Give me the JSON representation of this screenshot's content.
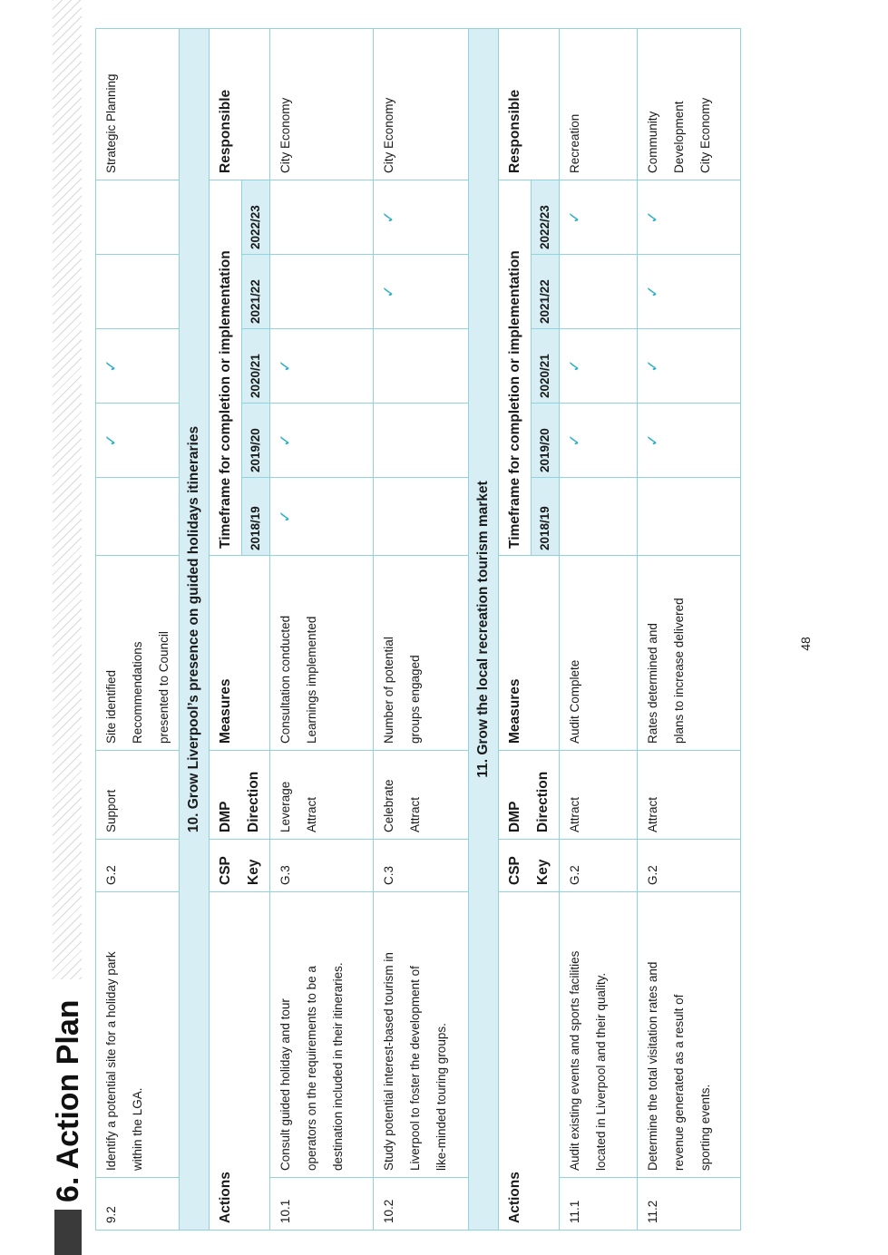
{
  "heading": "6. Action Plan",
  "page_number": "48",
  "headers": {
    "actions": "Actions",
    "csp_1": "CSP",
    "csp_2": "Key",
    "dmp_1": "DMP",
    "dmp_2": "Direction",
    "measures": "Measures",
    "timeframe": "Timeframe for completion or implementation",
    "responsible": "Responsible",
    "years": [
      "2018/19",
      "2019/20",
      "2020/21",
      "2021/22",
      "2022/23"
    ]
  },
  "tick": "✓",
  "row_9_2": {
    "id": "9.2",
    "action": [
      "Identify a potential site for a holiday park",
      "within the LGA."
    ],
    "csp": "G.2",
    "dmp": "Support",
    "measures": [
      "Site identified",
      "Recommendations",
      "presented to Council"
    ],
    "ticks": [
      false,
      true,
      true,
      false,
      false
    ],
    "responsible": [
      "Strategic Planning"
    ]
  },
  "section_10": {
    "title": "10. Grow Liverpool’s presence on guided holidays itineraries",
    "rows": [
      {
        "id": "10.1",
        "action": [
          "Consult guided holiday and tour",
          "operators on the requirements to be a",
          "destination included in their itineraries."
        ],
        "csp": "G.3",
        "dmp": [
          "Leverage",
          "Attract"
        ],
        "measures": [
          "Consultation conducted",
          "Learnings implemented"
        ],
        "ticks": [
          true,
          true,
          true,
          false,
          false
        ],
        "responsible": [
          "City Economy"
        ]
      },
      {
        "id": "10.2",
        "action": [
          "Study potential interest-based tourism in",
          "Liverpool to foster the development of",
          "like-minded touring groups."
        ],
        "csp": "C.3",
        "dmp": [
          "Celebrate",
          "Attract"
        ],
        "measures": [
          "Number of potential",
          "groups engaged"
        ],
        "ticks": [
          false,
          false,
          false,
          true,
          true
        ],
        "responsible": [
          "City Economy"
        ]
      }
    ]
  },
  "section_11": {
    "title": "11. Grow the local recreation tourism market",
    "rows": [
      {
        "id": "11.1",
        "action": [
          "Audit existing events and sports facilities",
          "located in Liverpool and their quality."
        ],
        "csp": "G.2",
        "dmp": [
          "Attract"
        ],
        "measures": [
          "Audit Complete"
        ],
        "ticks": [
          false,
          true,
          true,
          false,
          true
        ],
        "responsible": [
          "Recreation"
        ]
      },
      {
        "id": "11.2",
        "action": [
          "Determine the total visitation rates and",
          "revenue generated as a result of",
          "sporting events."
        ],
        "csp": "G.2",
        "dmp": [
          "Attract"
        ],
        "measures": [
          "Rates determined and",
          "plans to increase delivered"
        ],
        "ticks": [
          false,
          true,
          true,
          true,
          true
        ],
        "responsible": [
          "Community",
          "Development",
          "City Economy"
        ]
      }
    ]
  }
}
